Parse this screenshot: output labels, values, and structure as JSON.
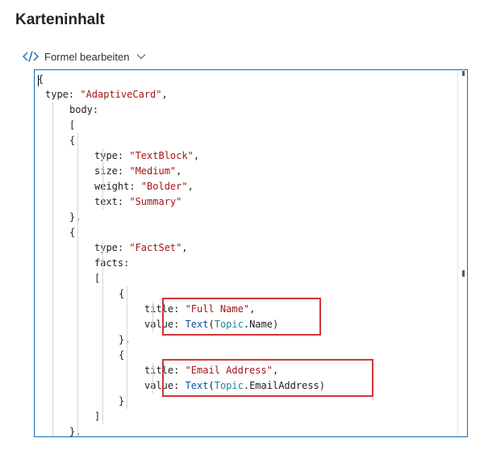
{
  "section": {
    "title": "Karteninhalt"
  },
  "formula_toggle": {
    "label": "Formel bearbeiten",
    "icon": "code-icon",
    "chevron": "chevron-down-icon"
  },
  "editor": {
    "lines": [
      {
        "indent": 0,
        "tokens": [
          {
            "t": "{",
            "c": ""
          }
        ]
      },
      {
        "indent": 1,
        "tokens": [
          {
            "t": "type: ",
            "c": ""
          },
          {
            "t": "\"AdaptiveCard\"",
            "c": "s"
          },
          {
            "t": ",",
            "c": ""
          }
        ]
      },
      {
        "indent": 2,
        "tokens": [
          {
            "t": "body:",
            "c": ""
          }
        ]
      },
      {
        "indent": 2,
        "tokens": [
          {
            "t": "[",
            "c": ""
          }
        ]
      },
      {
        "indent": 3,
        "tokens": [
          {
            "t": "{",
            "c": ""
          }
        ]
      },
      {
        "indent": 4,
        "tokens": [
          {
            "t": "type: ",
            "c": ""
          },
          {
            "t": "\"TextBlock\"",
            "c": "s"
          },
          {
            "t": ",",
            "c": ""
          }
        ]
      },
      {
        "indent": 4,
        "tokens": [
          {
            "t": "size: ",
            "c": ""
          },
          {
            "t": "\"Medium\"",
            "c": "s"
          },
          {
            "t": ",",
            "c": ""
          }
        ]
      },
      {
        "indent": 4,
        "tokens": [
          {
            "t": "weight: ",
            "c": ""
          },
          {
            "t": "\"Bolder\"",
            "c": "s"
          },
          {
            "t": ",",
            "c": ""
          }
        ]
      },
      {
        "indent": 4,
        "tokens": [
          {
            "t": "text: ",
            "c": ""
          },
          {
            "t": "\"Summary\"",
            "c": "s"
          }
        ]
      },
      {
        "indent": 3,
        "tokens": [
          {
            "t": "},",
            "c": ""
          }
        ]
      },
      {
        "indent": 3,
        "tokens": [
          {
            "t": "{",
            "c": ""
          }
        ]
      },
      {
        "indent": 4,
        "tokens": [
          {
            "t": "type: ",
            "c": ""
          },
          {
            "t": "\"FactSet\"",
            "c": "s"
          },
          {
            "t": ",",
            "c": ""
          }
        ]
      },
      {
        "indent": 4,
        "tokens": [
          {
            "t": "facts:",
            "c": ""
          }
        ]
      },
      {
        "indent": 4,
        "tokens": [
          {
            "t": "[",
            "c": ""
          }
        ]
      },
      {
        "indent": 5,
        "tokens": [
          {
            "t": "{",
            "c": ""
          }
        ]
      },
      {
        "indent": 6,
        "tokens": [
          {
            "t": "title: ",
            "c": ""
          },
          {
            "t": "\"Full Name\"",
            "c": "s"
          },
          {
            "t": ",",
            "c": ""
          }
        ]
      },
      {
        "indent": 6,
        "tokens": [
          {
            "t": "value: ",
            "c": ""
          },
          {
            "t": "Text",
            "c": "f"
          },
          {
            "t": "(",
            "c": ""
          },
          {
            "t": "Topic",
            "c": "p"
          },
          {
            "t": ".Name)",
            "c": ""
          }
        ]
      },
      {
        "indent": 5,
        "tokens": [
          {
            "t": "},",
            "c": ""
          }
        ]
      },
      {
        "indent": 5,
        "tokens": [
          {
            "t": "{",
            "c": ""
          }
        ]
      },
      {
        "indent": 6,
        "tokens": [
          {
            "t": "title: ",
            "c": ""
          },
          {
            "t": "\"Email Address\"",
            "c": "s"
          },
          {
            "t": ",",
            "c": ""
          }
        ]
      },
      {
        "indent": 6,
        "tokens": [
          {
            "t": "value: ",
            "c": ""
          },
          {
            "t": "Text",
            "c": "f"
          },
          {
            "t": "(",
            "c": ""
          },
          {
            "t": "Topic",
            "c": "p"
          },
          {
            "t": ".EmailAddress)",
            "c": ""
          }
        ]
      },
      {
        "indent": 5,
        "tokens": [
          {
            "t": "}",
            "c": ""
          }
        ]
      },
      {
        "indent": 4,
        "tokens": [
          {
            "t": "]",
            "c": ""
          }
        ]
      },
      {
        "indent": 3,
        "tokens": [
          {
            "t": "},",
            "c": ""
          }
        ]
      }
    ],
    "highlights": [
      {
        "start": 15,
        "end": 16
      },
      {
        "start": 19,
        "end": 20
      }
    ]
  },
  "colors": {
    "string": "#a31515",
    "function": "#0451a5",
    "property": "#267f99",
    "editor_border": "#0f6cbd",
    "highlight_border": "#d13438",
    "icon": "#0f6cbd"
  }
}
